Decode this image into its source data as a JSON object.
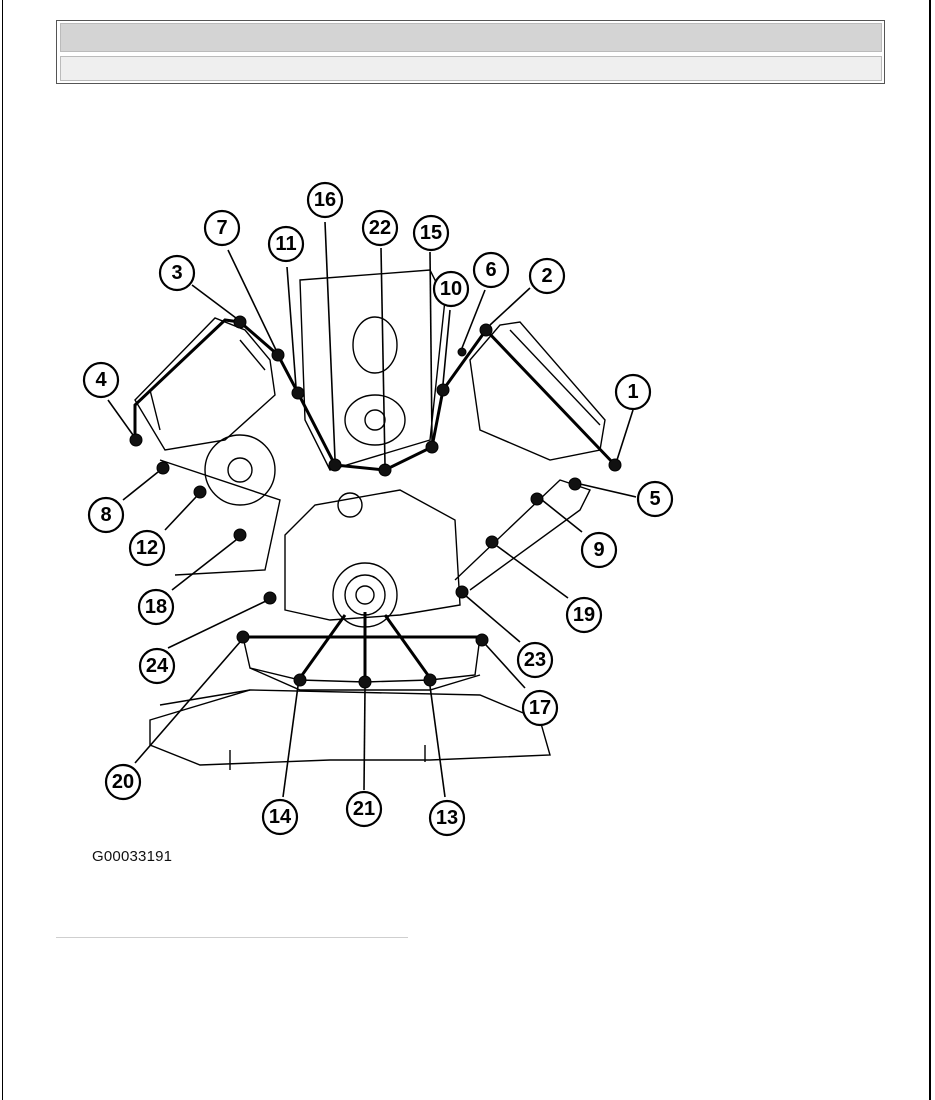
{
  "figure": {
    "code": "G00033191",
    "callouts": [
      "1",
      "2",
      "3",
      "4",
      "5",
      "6",
      "7",
      "8",
      "9",
      "10",
      "11",
      "12",
      "13",
      "14",
      "15",
      "16",
      "17",
      "18",
      "19",
      "20",
      "21",
      "22",
      "23",
      "24"
    ]
  }
}
